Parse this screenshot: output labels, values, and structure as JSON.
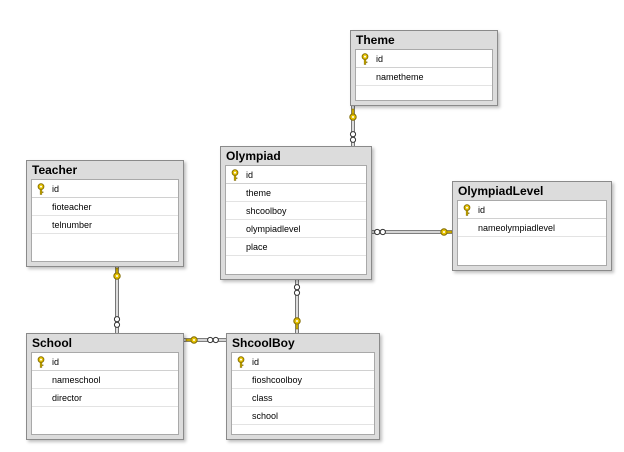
{
  "colors": {
    "key": "#e5c100",
    "key_stroke": "#806a00",
    "line": "#555555",
    "table_bg": "#dcdcdc",
    "body_bg": "#ffffff"
  },
  "tables": {
    "theme": {
      "title": "Theme",
      "columns": [
        "id",
        "nametheme"
      ]
    },
    "olympiad": {
      "title": "Olympiad",
      "columns": [
        "id",
        "theme",
        "shcoolboy",
        "olympiadlevel",
        "place"
      ]
    },
    "olympiadlevel": {
      "title": "OlympiadLevel",
      "columns": [
        "id",
        "nameolympiadlevel"
      ]
    },
    "teacher": {
      "title": "Teacher",
      "columns": [
        "id",
        "fioteacher",
        "telnumber"
      ]
    },
    "school": {
      "title": "School",
      "columns": [
        "id",
        "nameschool",
        "director"
      ]
    },
    "shcoolboy": {
      "title": "ShcoolBoy",
      "columns": [
        "id",
        "fioshcoolboy",
        "class",
        "school"
      ]
    }
  },
  "relationships": [
    {
      "from": "olympiad",
      "to": "theme",
      "one_end": "theme",
      "many_end": "olympiad"
    },
    {
      "from": "olympiad",
      "to": "olympiadlevel",
      "one_end": "olympiadlevel",
      "many_end": "olympiad"
    },
    {
      "from": "olympiad",
      "to": "shcoolboy",
      "one_end": "shcoolboy",
      "many_end": "olympiad"
    },
    {
      "from": "shcoolboy",
      "to": "school",
      "one_end": "school",
      "many_end": "shcoolboy"
    },
    {
      "from": "school",
      "to": "teacher",
      "one_end": "teacher",
      "many_end": "school"
    }
  ]
}
